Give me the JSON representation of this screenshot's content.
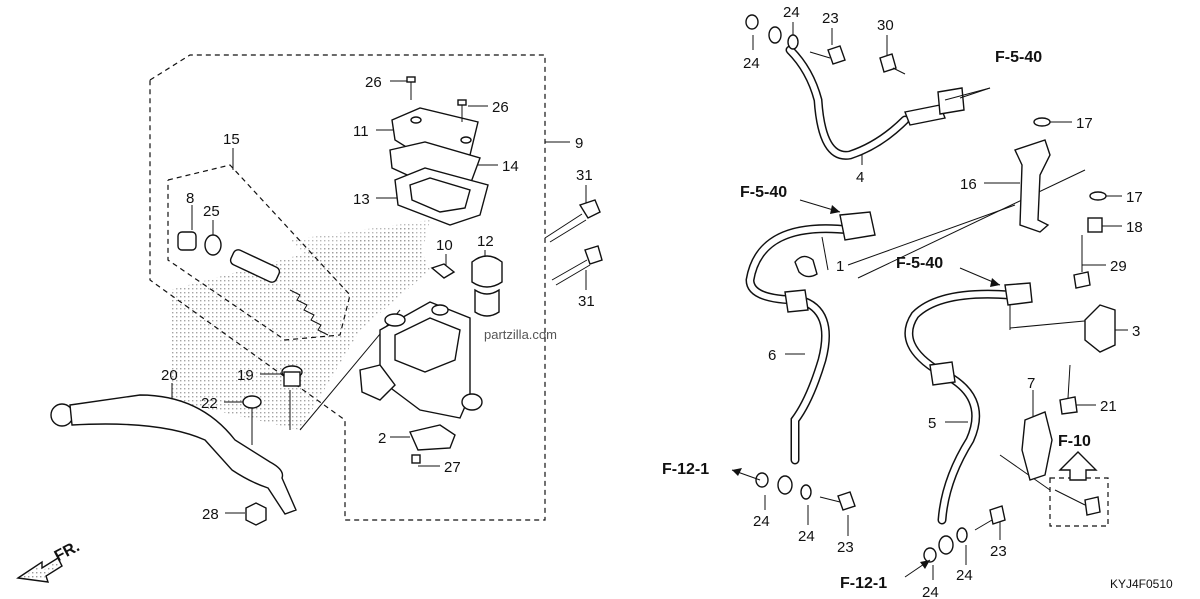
{
  "labels": {
    "p1": "1",
    "p2": "2",
    "p3": "3",
    "p4": "4",
    "p5": "5",
    "p6": "6",
    "p7": "7",
    "p8": "8",
    "p9": "9",
    "p10": "10",
    "p11": "11",
    "p12": "12",
    "p13": "13",
    "p14": "14",
    "p15": "15",
    "p16": "16",
    "p17": "17",
    "p18": "18",
    "p19": "19",
    "p20": "20",
    "p21": "21",
    "p22": "22",
    "p23": "23",
    "p24": "24",
    "p25": "25",
    "p26": "26",
    "p27": "27",
    "p28": "28",
    "p29": "29",
    "p30": "30",
    "p31": "31"
  },
  "refs": {
    "f540": "F-5-40",
    "f121": "F-12-1",
    "f10": "F-10"
  },
  "watermark": "partzilla.com",
  "direction_label": "FR.",
  "diagram_code": "KYJ4F0510"
}
